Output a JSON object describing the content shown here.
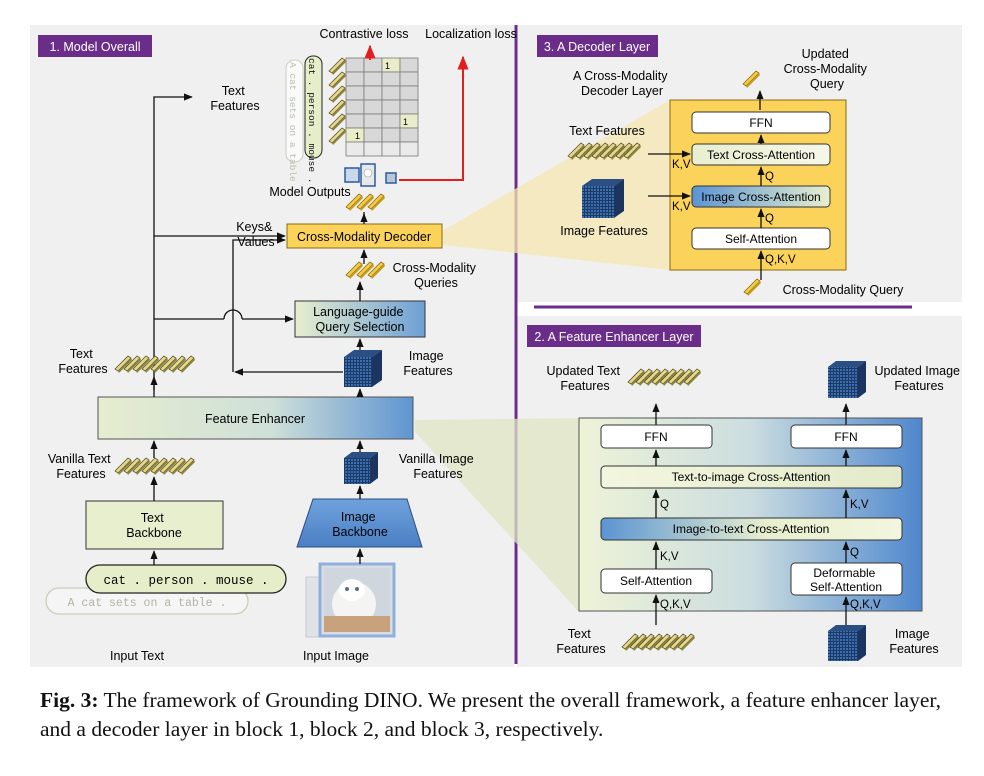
{
  "panels": {
    "model_overall": "1. Model Overall",
    "decoder_layer": "3. A Decoder Layer",
    "feature_enhancer_layer": "2. A Feature Enhancer Layer"
  },
  "model": {
    "contrastive_loss": "Contrastive loss",
    "localization_loss": "Localization loss",
    "text_features_top": [
      "Text",
      "Features"
    ],
    "matrix_value": "1",
    "matrix_tokens": [
      "cat . person . mouse .",
      "A cat sets on a table ."
    ],
    "model_outputs": "Model Outputs",
    "keys_values": [
      "Keys&",
      "Values"
    ],
    "cross_modality_decoder": "Cross-Modality Decoder",
    "cross_modality_queries": [
      "Cross-Modality",
      "Queries"
    ],
    "query_selection": [
      "Language-guide",
      "Query Selection"
    ],
    "text_features_mid": [
      "Text",
      "Features"
    ],
    "image_features_mid": [
      "Image",
      "Features"
    ],
    "feature_enhancer": "Feature Enhancer",
    "vanilla_text_features": [
      "Vanilla Text",
      "Features"
    ],
    "vanilla_image_features": [
      "Vanilla Image",
      "Features"
    ],
    "text_backbone": [
      "Text",
      "Backbone"
    ],
    "image_backbone": [
      "Image",
      "Backbone"
    ],
    "input_text_main": "cat . person . mouse .",
    "input_text_alt": "A cat sets on a table .",
    "input_text_label": "Input Text",
    "input_image_label": "Input Image"
  },
  "decoder": {
    "title": [
      "A Cross-Modality",
      "Decoder Layer"
    ],
    "updated_query": [
      "Updated",
      "Cross-Modality",
      "Query"
    ],
    "ffn": "FFN",
    "text_cross_attention": "Text Cross-Attention",
    "image_cross_attention": "Image Cross-Attention",
    "self_attention": "Self-Attention",
    "text_features": "Text Features",
    "image_features": "Image Features",
    "kv": "K,V",
    "q": "Q",
    "qkv": "Q,K,V",
    "cross_modality_query": "Cross-Modality Query"
  },
  "enhancer": {
    "updated_text": [
      "Updated Text",
      "Features"
    ],
    "updated_image": [
      "Updated Image",
      "Features"
    ],
    "ffn": "FFN",
    "t2i": "Text-to-image Cross-Attention",
    "i2t": "Image-to-text Cross-Attention",
    "self_attention": "Self-Attention",
    "deformable": [
      "Deformable",
      "Self-Attention"
    ],
    "q": "Q",
    "kv": "K,V",
    "qkv": "Q,K,V",
    "text_features": [
      "Text",
      "Features"
    ],
    "image_features": [
      "Image",
      "Features"
    ]
  },
  "caption": {
    "label": "Fig. 3:",
    "text": " The framework of Grounding DINO. We present the overall framework, a feature enhancer layer, and a decoder layer in block 1, block 2, and block 3, respectively."
  },
  "colors": {
    "panel_bg": "#f0f0f0",
    "purple": "#6b2d8a",
    "orange": "#fcd35a",
    "green": "#e8efcf",
    "blue": "#5f95d1",
    "red": "#e02020"
  }
}
